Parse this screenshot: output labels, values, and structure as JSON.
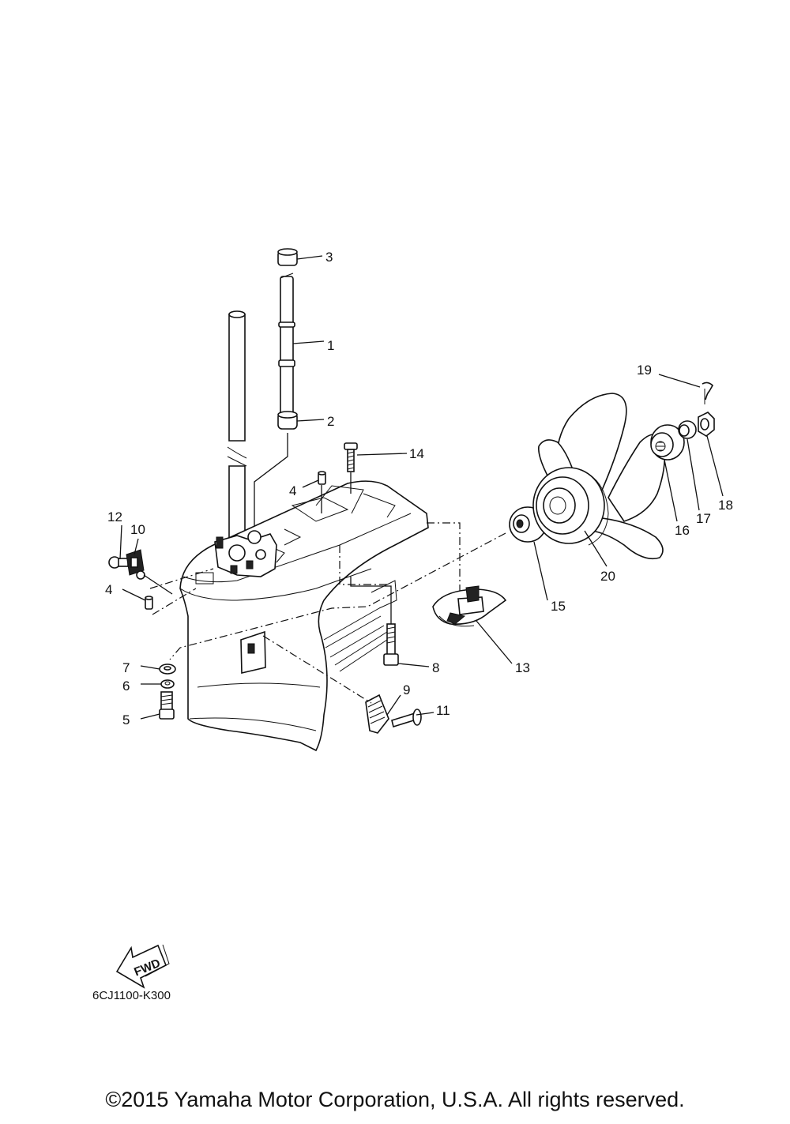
{
  "callouts": [
    {
      "num": "1"
    },
    {
      "num": "2"
    },
    {
      "num": "3"
    },
    {
      "num": "4"
    },
    {
      "num": "4"
    },
    {
      "num": "5"
    },
    {
      "num": "6"
    },
    {
      "num": "7"
    },
    {
      "num": "8"
    },
    {
      "num": "9"
    },
    {
      "num": "10"
    },
    {
      "num": "11"
    },
    {
      "num": "12"
    },
    {
      "num": "13"
    },
    {
      "num": "14"
    },
    {
      "num": "15"
    },
    {
      "num": "16"
    },
    {
      "num": "17"
    },
    {
      "num": "18"
    },
    {
      "num": "19"
    },
    {
      "num": "20"
    }
  ],
  "fwd_label": "FWD",
  "diagram_code": "6CJ1100-K300",
  "copyright": "©2015 Yamaha Motor Corporation, U.S.A. All rights reserved."
}
